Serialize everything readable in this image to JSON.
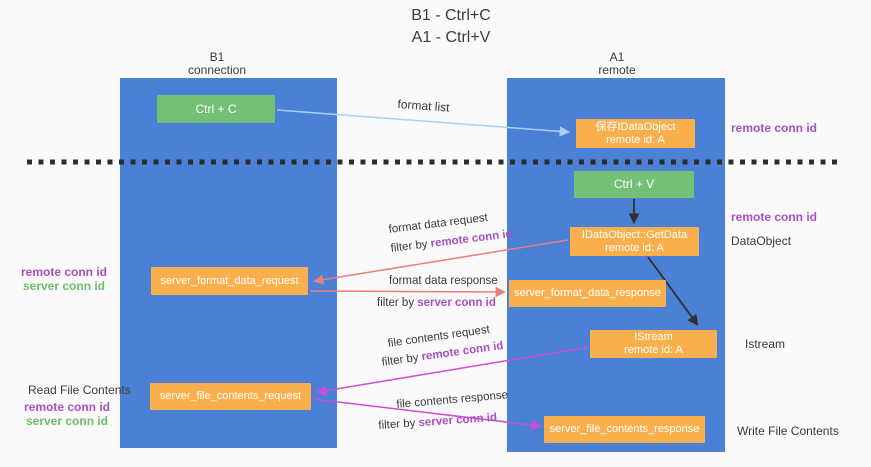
{
  "title": {
    "line1": "B1 - Ctrl+C",
    "line2": "A1 - Ctrl+V"
  },
  "lanes": {
    "left": {
      "title": "B1",
      "subtitle": "connection"
    },
    "right": {
      "title": "A1",
      "subtitle": "remote"
    }
  },
  "nodes": {
    "ctrl_c": {
      "label": "Ctrl + C"
    },
    "ctrl_v": {
      "label": "Ctrl + V"
    },
    "save_dataobject": {
      "line1": "保存IDataObject",
      "line2": "remote id: A"
    },
    "getdata": {
      "line1": "IDataObject::GetData",
      "line2": "remote id: A"
    },
    "istream": {
      "line1": "IStream",
      "line2": "remote id: A"
    },
    "server_format_data_request": {
      "label": "server_format_data_request"
    },
    "server_format_data_response": {
      "label": "server_format_data_response"
    },
    "server_file_contents_request": {
      "label": "server_file_contents_request"
    },
    "server_file_contents_response": {
      "label": "server_file_contents_response"
    }
  },
  "arrow_labels": {
    "format_list": "format list",
    "format_data_request": "format data request",
    "format_data_response": "format data response",
    "file_contents_request": "file contents request",
    "file_contents_response": "file contents response",
    "filter_by": "filter by ",
    "remote_conn_id": "remote conn id",
    "server_conn_id": "server conn id"
  },
  "side_labels": {
    "right_remote_conn_id_1": "remote conn id",
    "right_remote_conn_id_2": "remote conn id",
    "right_dataobject": "DataObject",
    "right_istream": "Istream",
    "right_write_file_contents": "Write File Contents",
    "left_remote_conn_id_1": "remote conn id",
    "left_server_conn_id_1": "server conn id",
    "left_read_file_contents": "Read File Contents",
    "left_remote_conn_id_2": "remote conn id",
    "left_server_conn_id_2": "server conn id"
  },
  "colors": {
    "lane_blue": "#4a80d5",
    "node_orange": "#f9b04c",
    "node_green": "#74c176",
    "arrow_light_blue": "#a8d2f0",
    "arrow_salmon": "#e87f7f",
    "arrow_magenta": "#ce4ed4",
    "arrow_black": "#2f2f2f",
    "label_purple": "#a94fc5",
    "label_green": "#6abf69",
    "text_dark": "#3a3a3a",
    "background": "#fafafa"
  }
}
